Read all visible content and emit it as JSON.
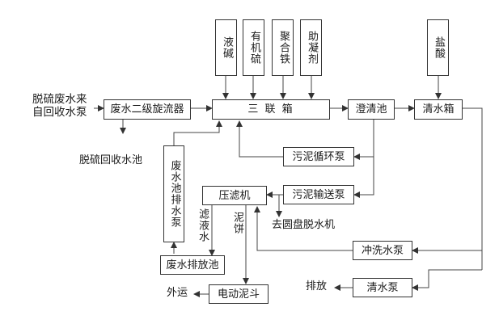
{
  "inputs": {
    "lye": "液碱",
    "organosulfur": "有机硫",
    "polyferric": "聚合铁",
    "coagulant": "助凝剂",
    "hcl": "盐酸"
  },
  "source": {
    "line1": "脱硫废水来",
    "line2": "自回收水泵"
  },
  "boxes": {
    "cyclone": "废水二级旋流器",
    "triple_tank": "三 联 箱",
    "clarifier": "澄清池",
    "clean_tank": "清水箱",
    "sludge_recirc_pump": "污泥循环泵",
    "sludge_transfer_pump": "污泥输送泵",
    "filter_press": "压滤机",
    "wastewater_drain_pump": "废水池排水泵",
    "wastewater_discharge_pool": "废水排放池",
    "electric_bucket": "电动泥斗",
    "flush_pump": "冲洗水泵",
    "clean_water_pump": "清水泵"
  },
  "labels": {
    "desulf_pool": "脱硫回收水池",
    "to_disc_dewater": "去圆盘脱水机",
    "filtrate": "滤液水",
    "sludge_cake": "泥饼",
    "outward": "外运",
    "discharge": "排放"
  }
}
